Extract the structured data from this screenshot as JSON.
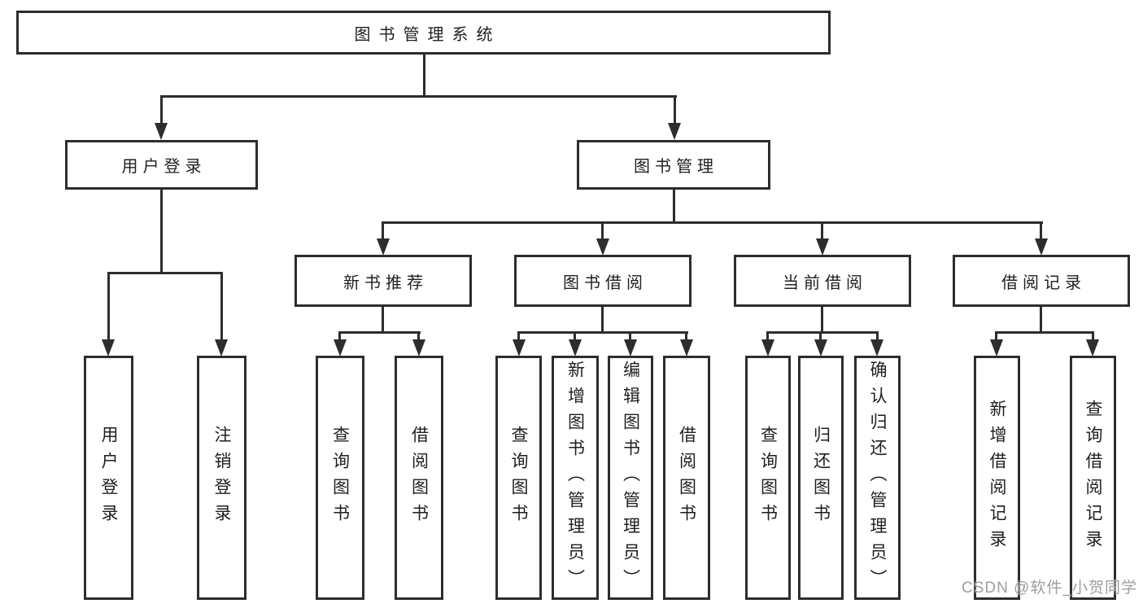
{
  "tree": {
    "root": {
      "label": "图书管理系统",
      "children": [
        {
          "label": "用户登录",
          "children": [
            {
              "label": "用户登录"
            },
            {
              "label": "注销登录"
            }
          ]
        },
        {
          "label": "图书管理",
          "children": [
            {
              "label": "新书推荐",
              "children": [
                {
                  "label": "查询图书"
                },
                {
                  "label": "借阅图书"
                }
              ]
            },
            {
              "label": "图书借阅",
              "children": [
                {
                  "label": "查询图书"
                },
                {
                  "label": "新增图书（管理员）"
                },
                {
                  "label": "编辑图书（管理员）"
                },
                {
                  "label": "借阅图书"
                }
              ]
            },
            {
              "label": "当前借阅",
              "children": [
                {
                  "label": "查询图书"
                },
                {
                  "label": "归还图书"
                },
                {
                  "label": "确认归还（管理员）"
                }
              ]
            },
            {
              "label": "借阅记录",
              "children": [
                {
                  "label": "新增借阅记录"
                },
                {
                  "label": "查询借阅记录"
                }
              ]
            }
          ]
        }
      ]
    }
  },
  "watermark": {
    "text": "CSDN @软件_小贺同学"
  },
  "colors": {
    "line": "#2d2d2d",
    "box_border": "#2d2d2d",
    "text": "#1f1f1f",
    "background": "#ffffff",
    "watermark": "#9e9e9e"
  }
}
